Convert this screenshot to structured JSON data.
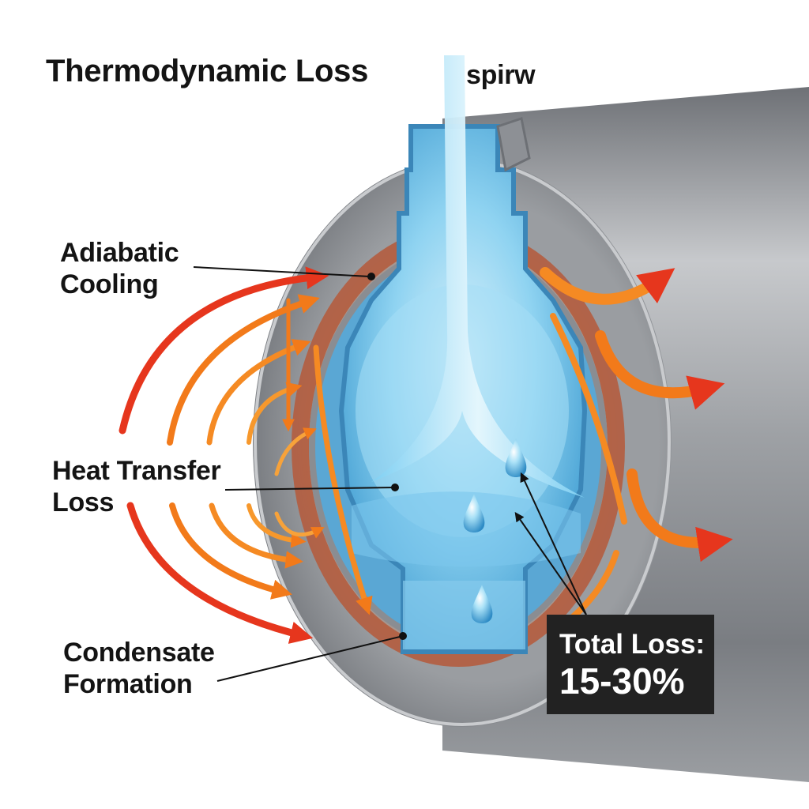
{
  "title": "Thermodynamic Loss",
  "subtitle": "spirw",
  "labels": {
    "adiabatic": [
      "Adiabatic",
      "Cooling"
    ],
    "heat_transfer": [
      "Heat Transfer",
      "Loss"
    ],
    "condensate": [
      "Condensate",
      "Formation"
    ]
  },
  "total_loss": {
    "label": "Total Loss:",
    "value": "15-30%"
  },
  "colors": {
    "steam": "#6ec6ef",
    "heat_arrow": "#f27a1a",
    "heat_arrow_dark": "#e0401d",
    "pipe": "#8a8d92",
    "loss_box": "#222222"
  },
  "icons": [
    "water-droplet-icon",
    "heat-flow-arrow-icon",
    "steam-jet-icon"
  ]
}
